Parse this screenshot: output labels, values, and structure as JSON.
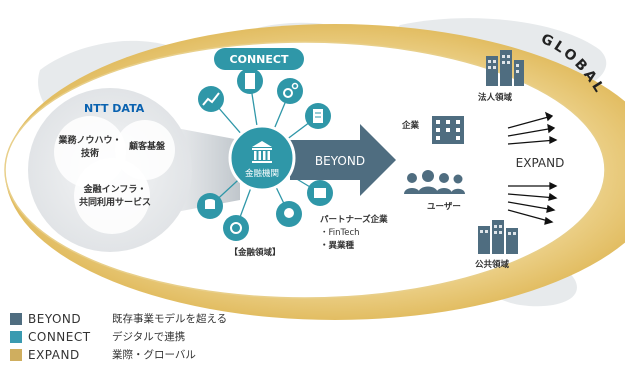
{
  "connect_label": "CONNECT",
  "global_label": "GLOBAL",
  "company_logo": "NTT DATA",
  "left_circle": {
    "item1": "業務ノウハウ・",
    "item1b": "技術",
    "item2": "顧客基盤",
    "item3": "金融インフラ・",
    "item3b": "共同利用サービス"
  },
  "hub_label": "金融機関",
  "finance_domain_label": "【金融領域】",
  "beyond_label": "BEYOND",
  "expand_label": "EXPAND",
  "enterprise_label": "企業",
  "user_label": "ユーザー",
  "partner": {
    "title": "パートナーズ企業",
    "item1": "・FinTech",
    "item2": "・異業種"
  },
  "corporate_domain_label": "法人領域",
  "public_domain_label": "公共領域",
  "legend": [
    {
      "key": "BEYOND",
      "desc": "既存事業モデルを超える",
      "color": "#4f6d80"
    },
    {
      "key": "CONNECT",
      "desc": "デジタルで連携",
      "color": "#3a9ab0"
    },
    {
      "key": "EXPAND",
      "desc": "業際・グローバル",
      "color": "#cfae5f"
    }
  ],
  "colors": {
    "connect_teal": "#2f97a8",
    "beyond_slate": "#4f6d80",
    "expand_gold": "#d9b865",
    "logo_blue": "#0a62b0"
  },
  "icons": [
    "chart-icon",
    "building-icon",
    "gears-icon",
    "document-icon",
    "bank-icon",
    "coins-icon",
    "network-icon",
    "brain-icon",
    "factory-icon",
    "office-building-icon",
    "people-icon"
  ]
}
